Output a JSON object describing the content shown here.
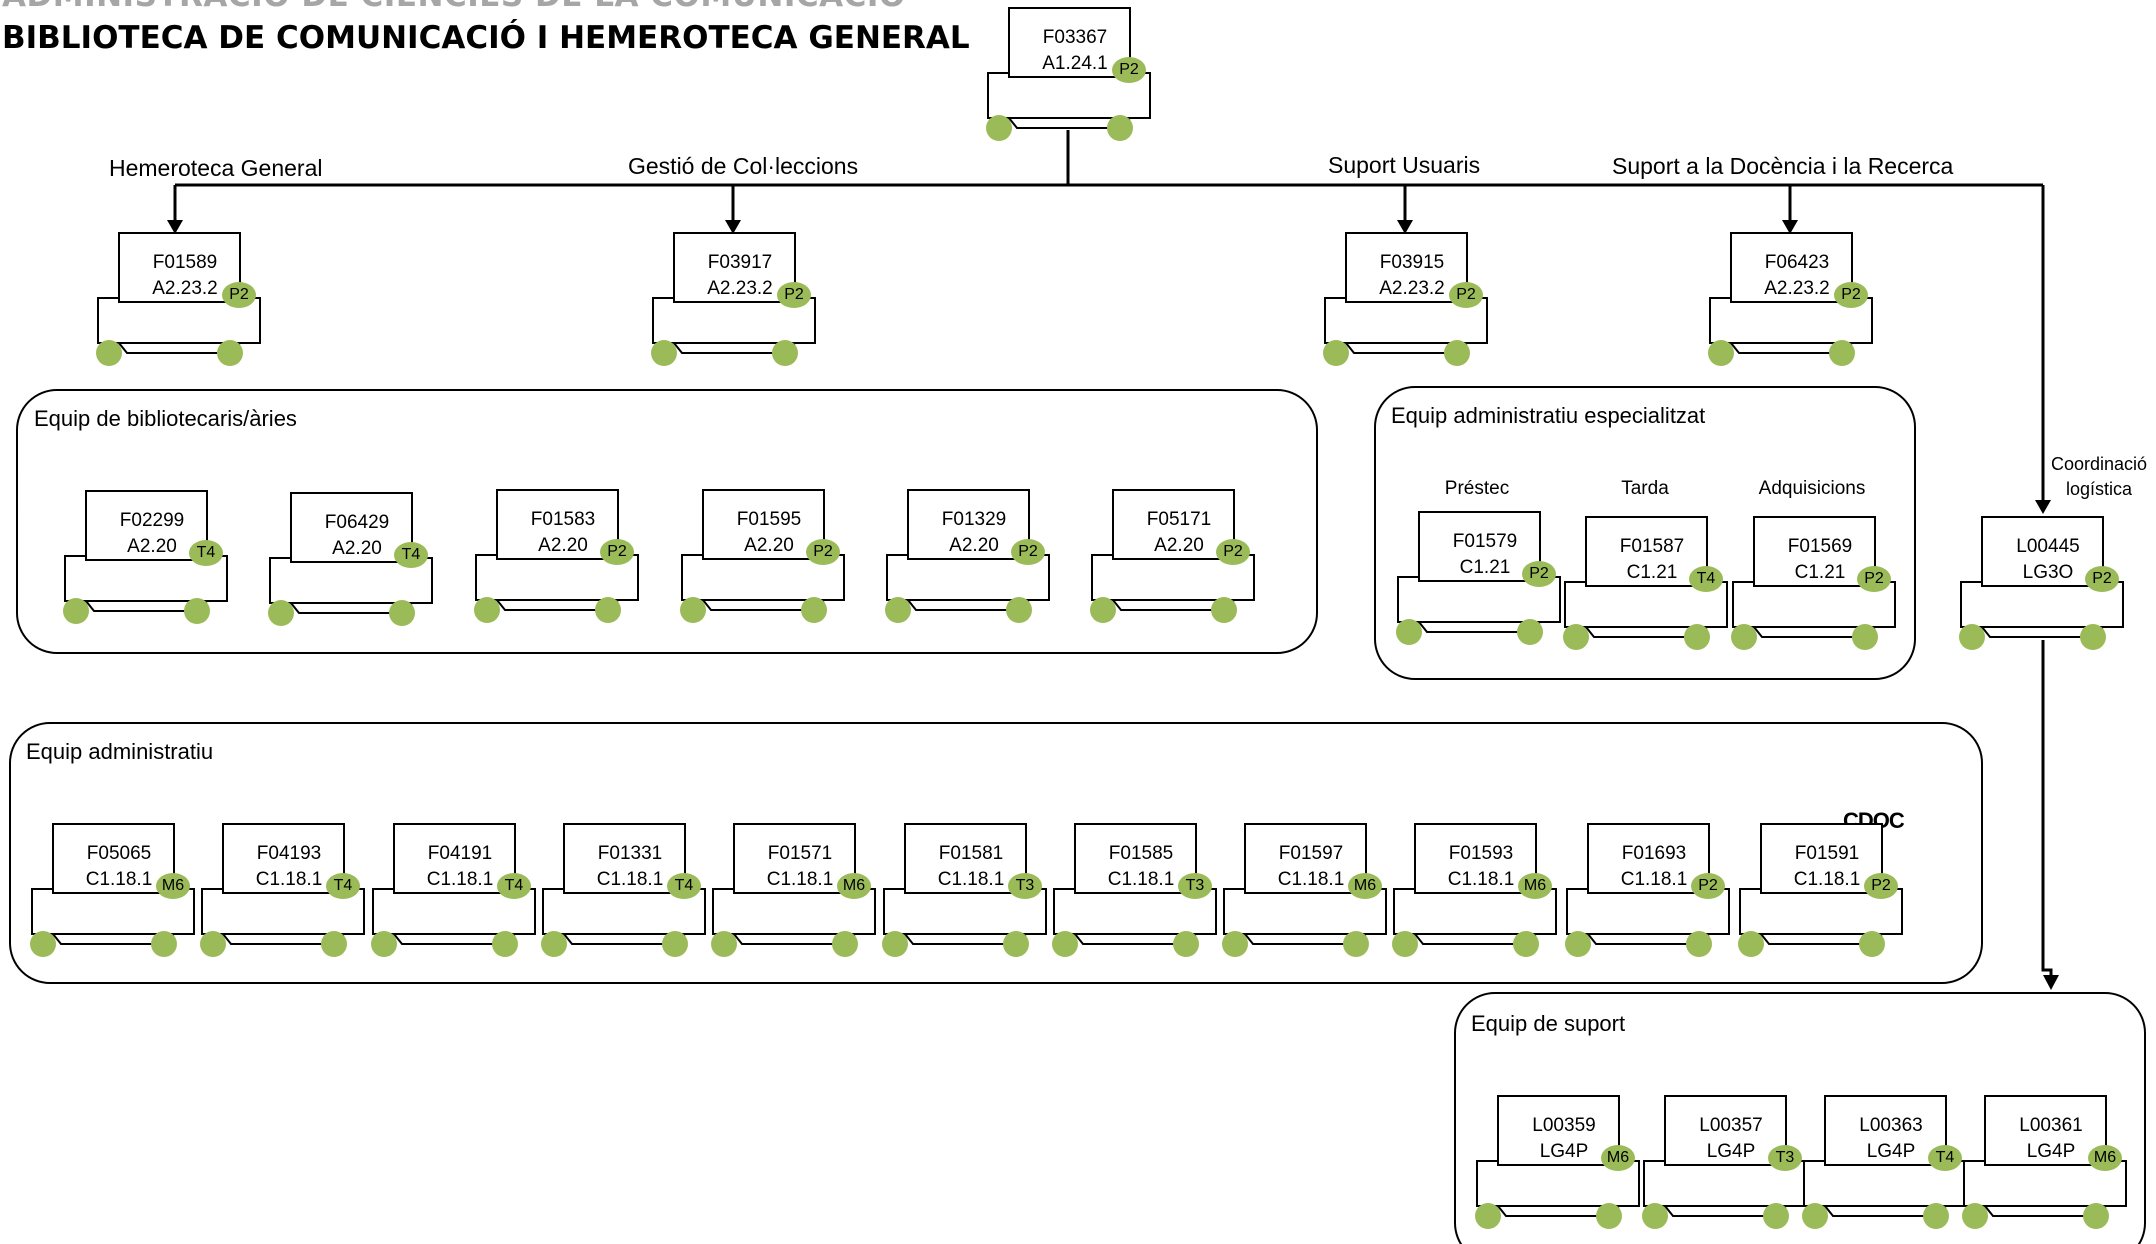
{
  "header": {
    "top_line": "ADMINISTRACIÓ DE CIÈNCIES DE LA COMUNICACIÓ",
    "title": "BIBLIOTECA DE COMUNICACIÓ I HEMEROTECA GENERAL"
  },
  "colors": {
    "badge": "#9bbb59",
    "line": "#000000",
    "top_title": "#a6a6a6"
  },
  "branches": [
    "Hemeroteca General",
    "Gestió de Col·leccions",
    "Suport Usuaris",
    "Suport a la Docència i la Recerca"
  ],
  "groups": {
    "bibliotecaris": "Equip de bibliotecaris/àries",
    "admin_especialitzat": "Equip administratiu especialitzat",
    "administratiu": "Equip administratiu",
    "suport": "Equip de suport"
  },
  "sublabels": [
    "Préstec",
    "Tarda",
    "Adquisicions"
  ],
  "side_label": [
    "Coordinació",
    "logística"
  ],
  "overlay_label": "CDOC",
  "nodes": {
    "head": {
      "code": "F03367",
      "grade": "A1.24.1",
      "badge": "P2"
    },
    "branch": [
      {
        "code": "F01589",
        "grade": "A2.23.2",
        "badge": "P2"
      },
      {
        "code": "F03917",
        "grade": "A2.23.2",
        "badge": "P2"
      },
      {
        "code": "F03915",
        "grade": "A2.23.2",
        "badge": "P2"
      },
      {
        "code": "F06423",
        "grade": "A2.23.2",
        "badge": "P2"
      }
    ],
    "librarians": [
      {
        "code": "F02299",
        "grade": "A2.20",
        "badge": "T4"
      },
      {
        "code": "F06429",
        "grade": "A2.20",
        "badge": "T4"
      },
      {
        "code": "F01583",
        "grade": "A2.20",
        "badge": "P2"
      },
      {
        "code": "F01595",
        "grade": "A2.20",
        "badge": "P2"
      },
      {
        "code": "F01329",
        "grade": "A2.20",
        "badge": "P2"
      },
      {
        "code": "F05171",
        "grade": "A2.20",
        "badge": "P2"
      }
    ],
    "specialized": [
      {
        "code": "F01579",
        "grade": "C1.21",
        "badge": "P2"
      },
      {
        "code": "F01587",
        "grade": "C1.21",
        "badge": "T4"
      },
      {
        "code": "F01569",
        "grade": "C1.21",
        "badge": "P2"
      }
    ],
    "logistics": {
      "code": "L00445",
      "grade": "LG3O",
      "badge": "P2"
    },
    "admin": [
      {
        "code": "F05065",
        "grade": "C1.18.1",
        "badge": "M6"
      },
      {
        "code": "F04193",
        "grade": "C1.18.1",
        "badge": "T4"
      },
      {
        "code": "F04191",
        "grade": "C1.18.1",
        "badge": "T4"
      },
      {
        "code": "F01331",
        "grade": "C1.18.1",
        "badge": "T4"
      },
      {
        "code": "F01571",
        "grade": "C1.18.1",
        "badge": "M6"
      },
      {
        "code": "F01581",
        "grade": "C1.18.1",
        "badge": "T3"
      },
      {
        "code": "F01585",
        "grade": "C1.18.1",
        "badge": "T3"
      },
      {
        "code": "F01597",
        "grade": "C1.18.1",
        "badge": "M6"
      },
      {
        "code": "F01593",
        "grade": "C1.18.1",
        "badge": "M6"
      },
      {
        "code": "F01693",
        "grade": "C1.18.1",
        "badge": "P2"
      },
      {
        "code": "F01591",
        "grade": "C1.18.1",
        "badge": "P2"
      }
    ],
    "support": [
      {
        "code": "L00359",
        "grade": "LG4P",
        "badge": "M6"
      },
      {
        "code": "L00357",
        "grade": "LG4P",
        "badge": "T3"
      },
      {
        "code": "L00363",
        "grade": "LG4P",
        "badge": "T4"
      },
      {
        "code": "L00361",
        "grade": "LG4P",
        "badge": "M6"
      }
    ]
  }
}
